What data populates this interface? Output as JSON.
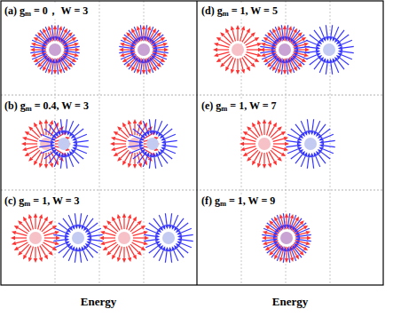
{
  "diagram": {
    "labels": [
      "(a) gm = 0， W = 3",
      "(b) gm = 0.4, W = 3",
      "(c) gm = 1, W = 3",
      "(d) gm = 1, W = 5",
      "(e) gm = 1, W = 7",
      "(f) gm = 1, W = 9",
      "Energy",
      "Energy"
    ]
  }
}
